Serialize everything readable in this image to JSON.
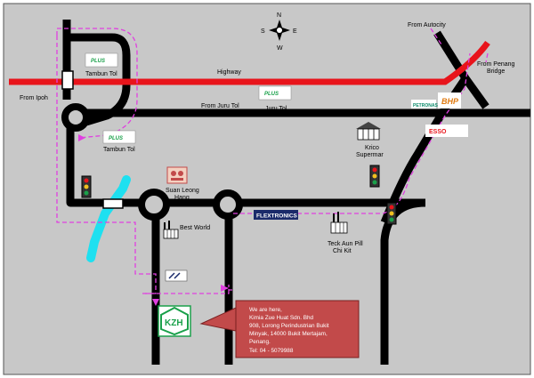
{
  "map": {
    "compass": {
      "n": "N",
      "s": "S",
      "e": "E",
      "w": "W"
    },
    "roads": {
      "highway": "Highway",
      "from_ipoh": "From Ipoh",
      "from_juru_tol": "From Juru Tol",
      "from_autocity": "From Autocity",
      "from_penang_bridge": "From Penang Bridge"
    },
    "places": {
      "tambun_tol_top": "Tambun Tol",
      "tambun_tol_left": "Tambun Tol",
      "juru_tol": "Juru Tol",
      "krico": "Krico Supermar",
      "suan_leong": "Suan Leong Hang",
      "best_world": "Best World",
      "teck_aun": "Teck Aun Pill Chi Kit",
      "flextronics": "FLEXTRONICS"
    },
    "logos": {
      "plus": "PLUS",
      "petronas": "PETRONAS",
      "bhp": "BHP",
      "esso": "ESSO",
      "kzh": "KZH"
    },
    "callout": {
      "line1": "We are here,",
      "line2": "Kimia Zue Huat Sdn. Bhd",
      "line3": "908, Lorong Perindustrian Bukit",
      "line4": "Minyak, 14000 Bukit Mertajam,",
      "line5": "Penang.",
      "line6": "Tel: 04 - 5079988"
    },
    "colors": {
      "background": "#c8c8c8",
      "road": "#000000",
      "highway": "#e8141b",
      "route": "#e040e0",
      "river": "#1ee0f0",
      "callout": "#c24a4a",
      "kzh_green": "#1aa04a"
    }
  }
}
